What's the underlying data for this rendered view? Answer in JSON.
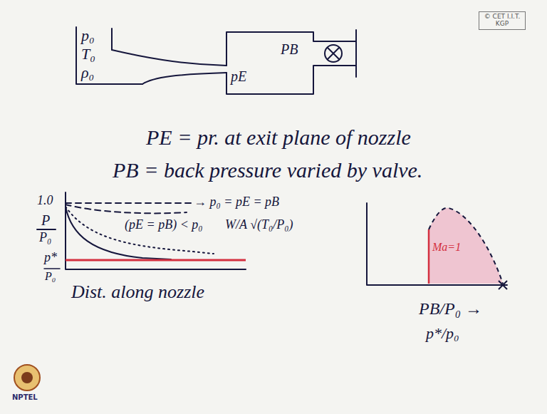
{
  "diagram": {
    "nodes": [
      {
        "text": [
          "p₀",
          "T₀",
          "ρ₀"
        ]
      },
      {
        "text": [
          "pE",
          "PB"
        ]
      },
      {
        "text": [
          "© CET I.I.T. KGP"
        ]
      }
    ],
    "labels": [
      "PE = pr. at exit plane of nozzle",
      "PB = back pressure varied by valve.",
      "1.0",
      "P",
      "P₀",
      "p*",
      "P₀",
      "→ p₀ = pE = pB",
      "(pE = pB) < p₀",
      "W/A √(T₀/P₀)",
      "Dist. along nozzle",
      "Ma=1",
      "PB/P₀ →",
      "p*/p₀",
      "NPTEL"
    ]
  }
}
